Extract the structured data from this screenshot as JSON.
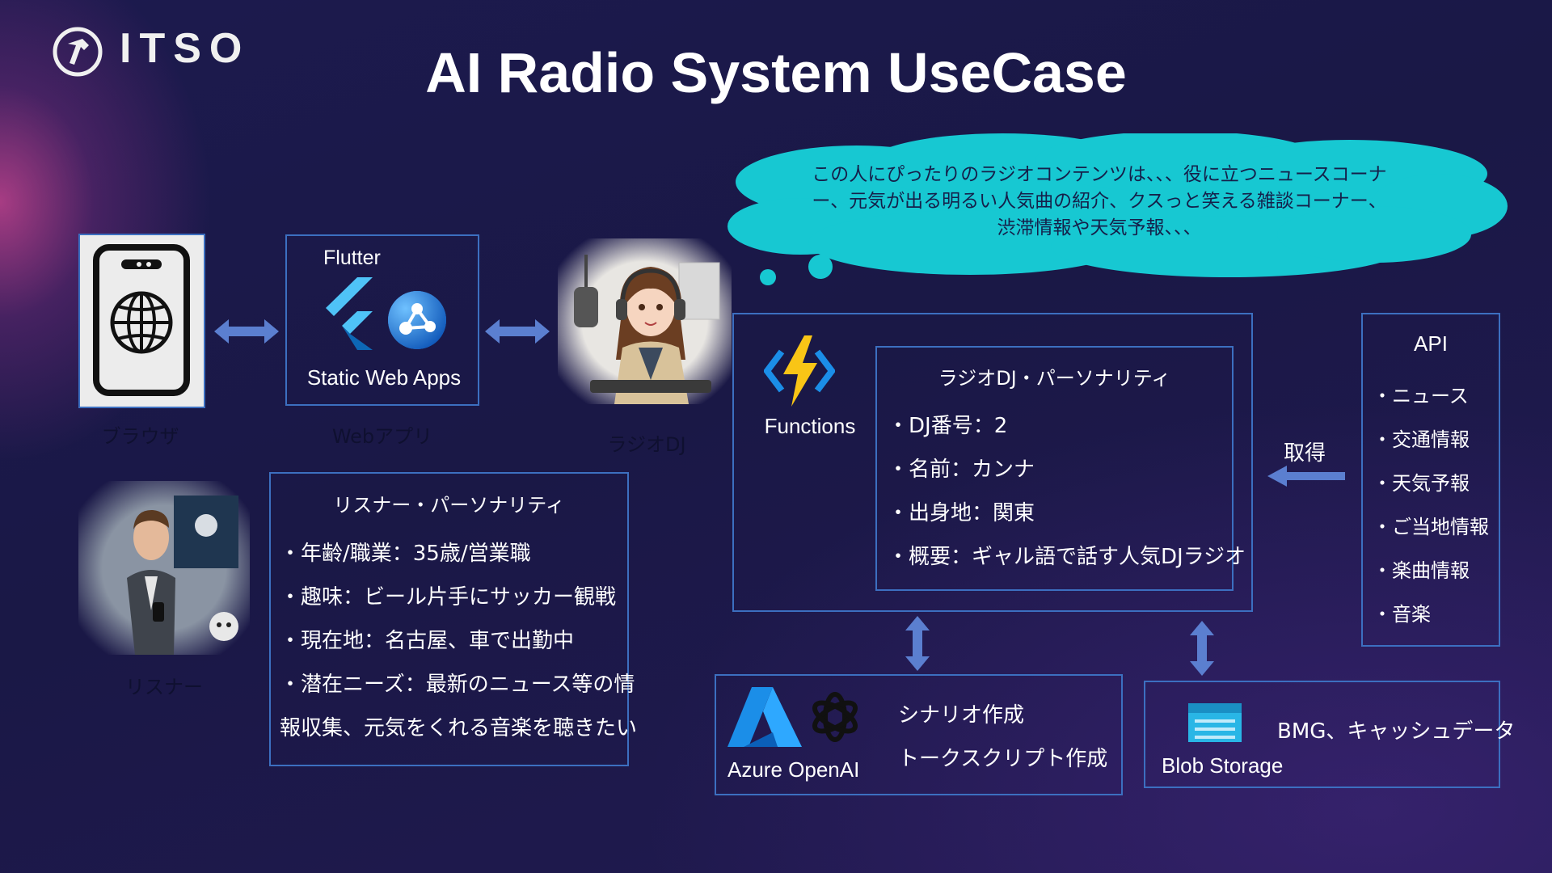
{
  "logo": {
    "text": "ITSO"
  },
  "title": "AI Radio System UseCase",
  "thought_cloud": {
    "text": "この人にぴったりのラジオコンテンツは、、、役に立つニュースコーナー、元気が出る明るい人気曲の紹介、クスっと笑える雑談コーナー、渋滞情報や天気予報、、、"
  },
  "browser": {
    "caption": "ブラウザ"
  },
  "webapp": {
    "top_label": "Flutter",
    "bottom_label": "Static Web Apps",
    "caption": "Webアプリ"
  },
  "radio_dj": {
    "caption": "ラジオDJ"
  },
  "functions": {
    "label": "Functions"
  },
  "dj_persona": {
    "title": "ラジオDJ・パーソナリティ",
    "items": [
      "・DJ番号：2",
      "・名前：カンナ",
      "・出身地：関東",
      "・概要：ギャル語で話す人気DJラジオ"
    ]
  },
  "api": {
    "title": "API",
    "items": [
      "・ニュース",
      "・交通情報",
      "・天気予報",
      "・ご当地情報",
      "・楽曲情報",
      "・音楽"
    ],
    "acquire_label": "取得"
  },
  "listener": {
    "caption": "リスナー",
    "title": "リスナー・パーソナリティ",
    "items": [
      "・年齢/職業：35歳/営業職",
      "・趣味：ビール片手にサッカー観戦",
      "・現在地：名古屋、車で出勤中",
      "・潜在ニーズ：最新のニュース等の情",
      "報収集、元気をくれる音楽を聴きたい"
    ]
  },
  "openai": {
    "label": "Azure OpenAI",
    "items": [
      "シナリオ作成",
      "トークスクリプト作成"
    ]
  },
  "blob": {
    "label": "Blob Storage",
    "description": "BMG、キャッシュデータ"
  },
  "colors": {
    "box_border": "#3c6fc0",
    "arrow": "#5b7fd0",
    "cloud": "#17c8d2",
    "flutter": "#4fc3f7",
    "azure": "#1b8ee8",
    "functions_bolt": "#f9c516"
  }
}
